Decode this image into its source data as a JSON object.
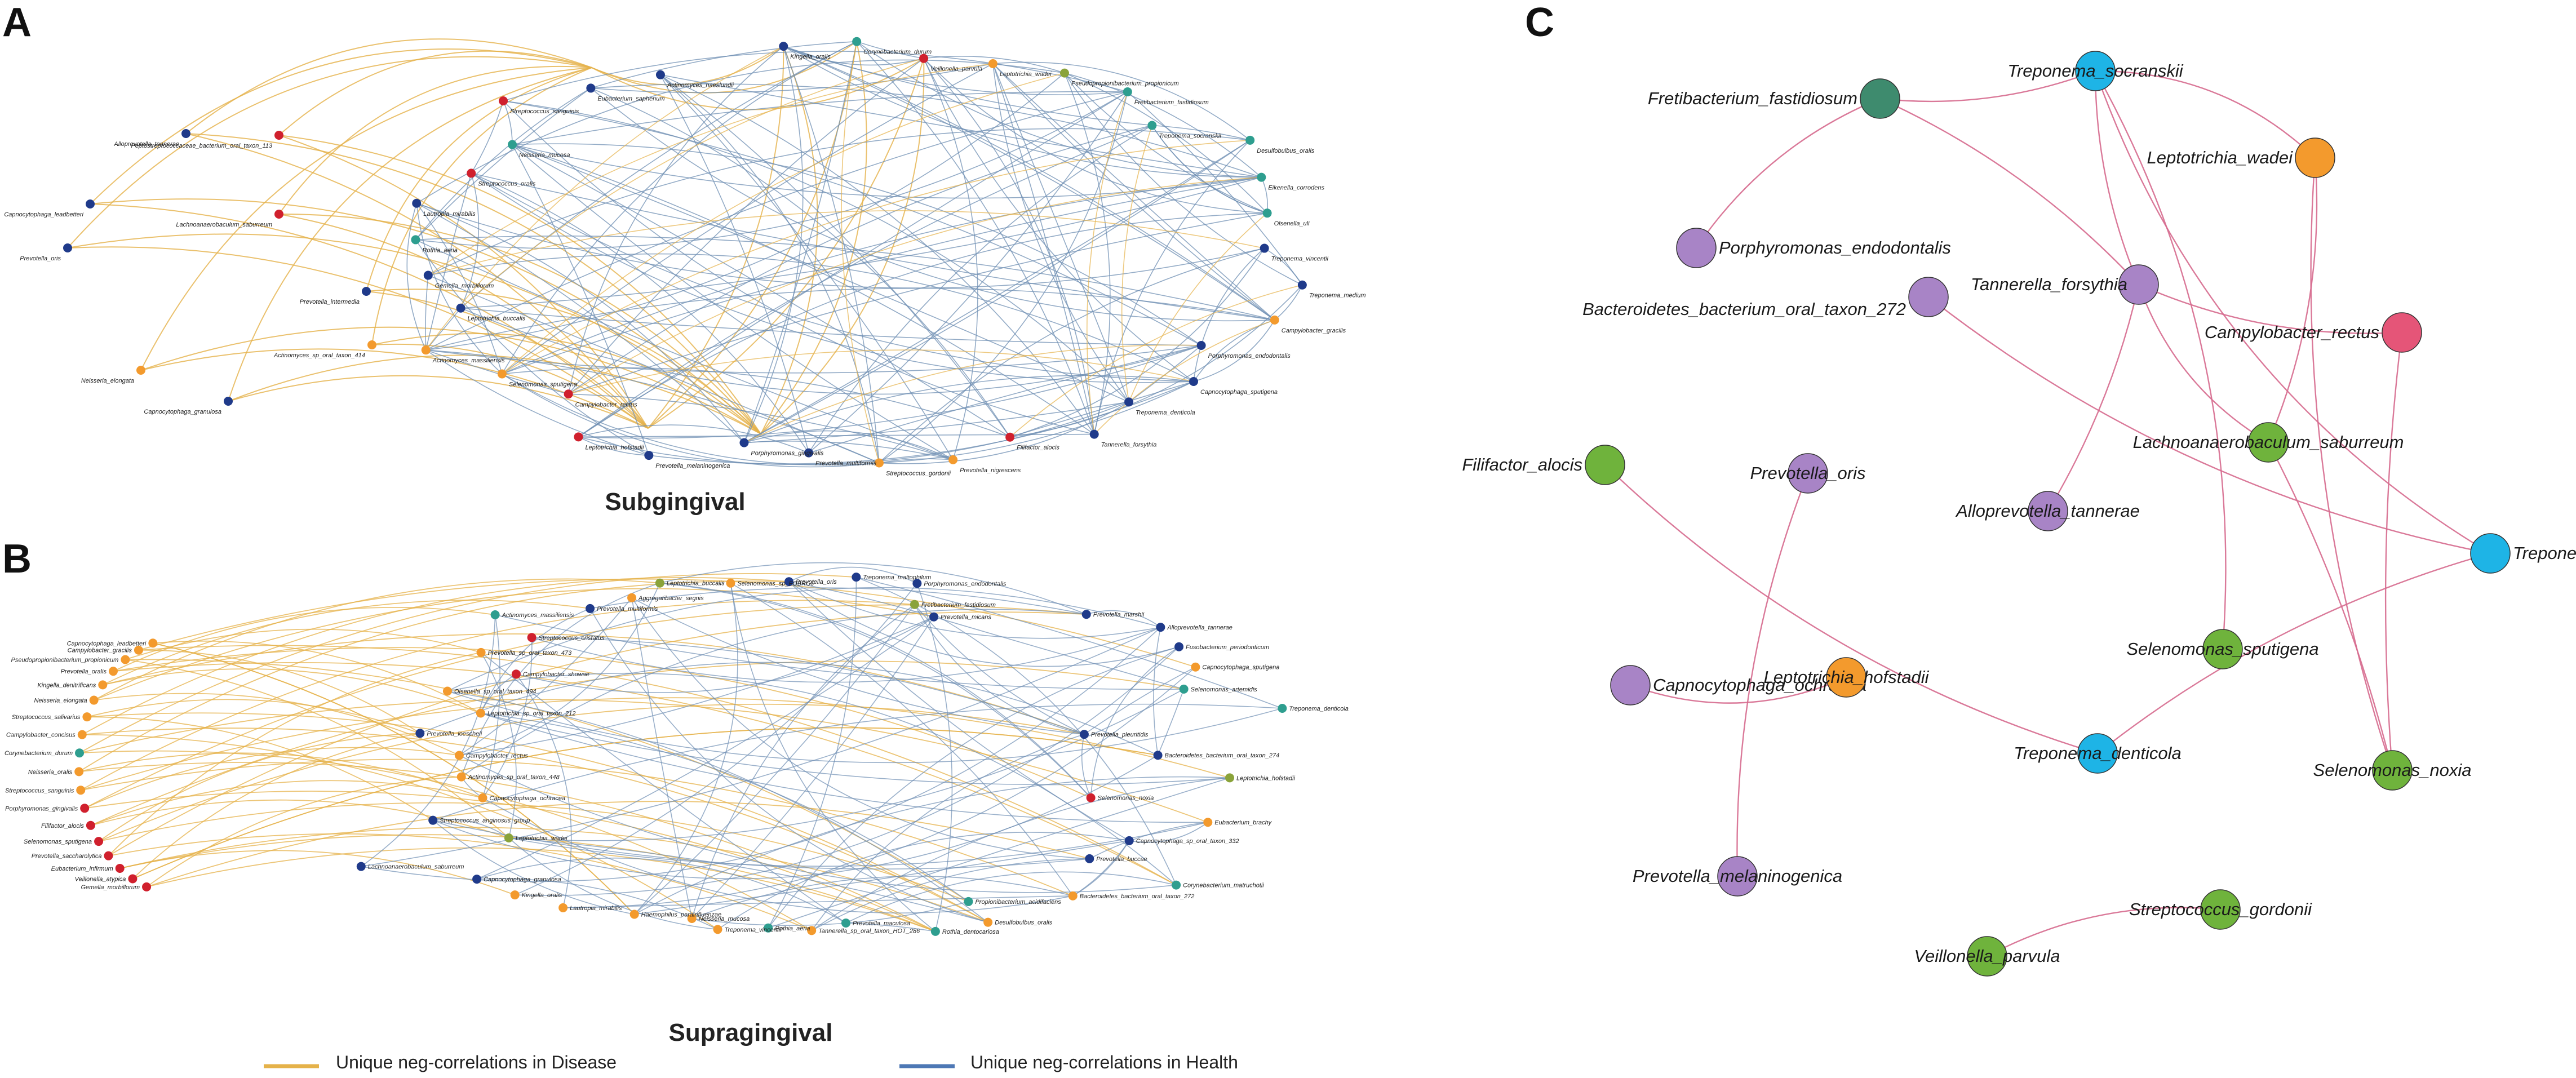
{
  "colors": {
    "disease_edge": "#E5B24A",
    "health_edge": "#6F8FB3",
    "c_edge": "#D66A8E",
    "red": "#D0202D",
    "orange": "#F39A2D",
    "navy": "#1F3A8A",
    "teal": "#2E9E8F",
    "green": "#6FB33C",
    "olive": "#8AA33A",
    "purple": "#A884C6",
    "darkgreen": "#3E8B6E",
    "cyan": "#1EB4E6",
    "pink": "#E55578",
    "lightorange": "#F5B95A"
  },
  "panel_a": {
    "letter": "A",
    "title": "Subgingival",
    "nodes": [
      {
        "label": "Alloprevotella_tannerae",
        "color": "navy"
      },
      {
        "label": "Capnocytophaga_leadbetteri",
        "color": "navy"
      },
      {
        "label": "Prevotella_oris",
        "color": "navy"
      },
      {
        "label": "Neisseria_elongata",
        "color": "orange"
      },
      {
        "label": "Capnocytophaga_granulosa",
        "color": "navy"
      },
      {
        "label": "Peptostreptococcaceae_bacterium_oral_taxon_113",
        "color": "red"
      },
      {
        "label": "Lachnoanaerobaculum_saburreum",
        "color": "red"
      },
      {
        "label": "Prevotella_intermedia",
        "color": "navy"
      },
      {
        "label": "Actinomyces_sp_oral_taxon_414",
        "color": "orange"
      },
      {
        "label": "Kingella_oralis",
        "color": "navy"
      },
      {
        "label": "Corynebacterium_durum",
        "color": "teal"
      },
      {
        "label": "Veillonella_parvula",
        "color": "red"
      },
      {
        "label": "Leptotrichia_wadei",
        "color": "orange"
      },
      {
        "label": "Pseudopropionibacterium_propionicum",
        "color": "olive"
      },
      {
        "label": "Fretibacterium_fastidiosum",
        "color": "teal"
      },
      {
        "label": "Treponema_socranskii",
        "color": "teal"
      },
      {
        "label": "Desulfobulbus_oralis",
        "color": "teal"
      },
      {
        "label": "Eikenella_corrodens",
        "color": "teal"
      },
      {
        "label": "Olsenella_uli",
        "color": "teal"
      },
      {
        "label": "Treponema_vincentii",
        "color": "navy"
      },
      {
        "label": "Treponema_medium",
        "color": "navy"
      },
      {
        "label": "Campylobacter_gracilis",
        "color": "orange"
      },
      {
        "label": "Porphyromonas_endodontalis",
        "color": "navy"
      },
      {
        "label": "Capnocytophaga_sputigena",
        "color": "navy"
      },
      {
        "label": "Treponema_denticola",
        "color": "navy"
      },
      {
        "label": "Tannerella_forsythia",
        "color": "navy"
      },
      {
        "label": "Filifactor_alocis",
        "color": "red"
      },
      {
        "label": "Prevotella_nigrescens",
        "color": "orange"
      },
      {
        "label": "Streptococcus_gordonii",
        "color": "orange"
      },
      {
        "label": "Prevotella_multiformis",
        "color": "navy"
      },
      {
        "label": "Porphyromonas_gingivalis",
        "color": "navy"
      },
      {
        "label": "Prevotella_melaninogenica",
        "color": "navy"
      },
      {
        "label": "Leptotrichia_hofstadii",
        "color": "red"
      },
      {
        "label": "Campylobacter_rectus",
        "color": "red"
      },
      {
        "label": "Selenomonas_sputigena",
        "color": "orange"
      },
      {
        "label": "Actinomyces_massiliensis",
        "color": "orange"
      },
      {
        "label": "Leptotrichia_buccalis",
        "color": "navy"
      },
      {
        "label": "Gemella_morbillorum",
        "color": "navy"
      },
      {
        "label": "Rothia_aeria",
        "color": "teal"
      },
      {
        "label": "Lautropia_mirabilis",
        "color": "navy"
      },
      {
        "label": "Streptococcus_oralis",
        "color": "red"
      },
      {
        "label": "Neisseria_mucosa",
        "color": "teal"
      },
      {
        "label": "Streptococcus_sanguinis",
        "color": "red"
      },
      {
        "label": "Eubacterium_saphenum",
        "color": "navy"
      },
      {
        "label": "Actinomyces_naeslundii",
        "color": "navy"
      }
    ]
  },
  "panel_b": {
    "letter": "B",
    "title": "Supragingival",
    "nodes": [
      {
        "label": "Gemella_morbillorum",
        "color": "red"
      },
      {
        "label": "Veillonella_atypica",
        "color": "red"
      },
      {
        "label": "Eubacterium_infirmum",
        "color": "red"
      },
      {
        "label": "Prevotella_saccharolytica",
        "color": "red"
      },
      {
        "label": "Selenomonas_sputigena",
        "color": "red"
      },
      {
        "label": "Filifactor_alocis",
        "color": "red"
      },
      {
        "label": "Porphyromonas_gingivalis",
        "color": "red"
      },
      {
        "label": "Streptococcus_sanguinis",
        "color": "orange"
      },
      {
        "label": "Neisseria_oralis",
        "color": "orange"
      },
      {
        "label": "Corynebacterium_durum",
        "color": "teal"
      },
      {
        "label": "Campylobacter_concisus",
        "color": "orange"
      },
      {
        "label": "Streptococcus_salivarius",
        "color": "orange"
      },
      {
        "label": "Neisseria_elongata",
        "color": "orange"
      },
      {
        "label": "Kingella_denitrificans",
        "color": "orange"
      },
      {
        "label": "Prevotella_oralis",
        "color": "orange"
      },
      {
        "label": "Pseudopropionibacterium_propionicum",
        "color": "orange"
      },
      {
        "label": "Campylobacter_gracilis",
        "color": "orange"
      },
      {
        "label": "Capnocytophaga_leadbetteri",
        "color": "orange"
      },
      {
        "label": "Prevotella_oris",
        "color": "navy"
      },
      {
        "label": "Treponema_maltophilum",
        "color": "navy"
      },
      {
        "label": "Porphyromonas_endodontalis",
        "color": "navy"
      },
      {
        "label": "Fretibacterium_fastidiosum",
        "color": "olive"
      },
      {
        "label": "Prevotella_micans",
        "color": "navy"
      },
      {
        "label": "Prevotella_marshii",
        "color": "navy"
      },
      {
        "label": "Alloprevotella_tannerae",
        "color": "navy"
      },
      {
        "label": "Fusobacterium_periodonticum",
        "color": "navy"
      },
      {
        "label": "Capnocytophaga_sputigena",
        "color": "orange"
      },
      {
        "label": "Selenomonas_artemidis",
        "color": "teal"
      },
      {
        "label": "Treponema_denticola",
        "color": "teal"
      },
      {
        "label": "Prevotella_pleuritidis",
        "color": "navy"
      },
      {
        "label": "Bacteroidetes_bacterium_oral_taxon_274",
        "color": "navy"
      },
      {
        "label": "Leptotrichia_hofstadii",
        "color": "olive"
      },
      {
        "label": "Selenomonas_noxia",
        "color": "red"
      },
      {
        "label": "Eubacterium_brachy",
        "color": "orange"
      },
      {
        "label": "Capnocytophaga_sp_oral_taxon_332",
        "color": "navy"
      },
      {
        "label": "Prevotella_buccae",
        "color": "navy"
      },
      {
        "label": "Corynebacterium_matruchotii",
        "color": "teal"
      },
      {
        "label": "Bacteroidetes_bacterium_oral_taxon_272",
        "color": "orange"
      },
      {
        "label": "Propionibacterium_acidifaciens",
        "color": "teal"
      },
      {
        "label": "Desulfobulbus_oralis",
        "color": "orange"
      },
      {
        "label": "Rothia_dentocariosa",
        "color": "teal"
      },
      {
        "label": "Prevotella_maculosa",
        "color": "teal"
      },
      {
        "label": "Tannerella_sp_oral_taxon_HOT_286",
        "color": "orange"
      },
      {
        "label": "Rothia_aeria",
        "color": "teal"
      },
      {
        "label": "Treponema_vincentii",
        "color": "orange"
      },
      {
        "label": "Neisseria_mucosa",
        "color": "orange"
      },
      {
        "label": "Haemophilus_parainfluenzae",
        "color": "orange"
      },
      {
        "label": "Lautropia_mirabilis",
        "color": "orange"
      },
      {
        "label": "Kingella_oralis",
        "color": "orange"
      },
      {
        "label": "Capnocytophaga_granulosa",
        "color": "navy"
      },
      {
        "label": "Lachnoanaerobaculum_saburreum",
        "color": "navy"
      },
      {
        "label": "Leptotrichia_wadei",
        "color": "olive"
      },
      {
        "label": "Streptococcus_anginosus_group",
        "color": "navy"
      },
      {
        "label": "Capnocytophaga_ochracea",
        "color": "orange"
      },
      {
        "label": "Actinomyces_sp_oral_taxon_448",
        "color": "orange"
      },
      {
        "label": "Campylobacter_rectus",
        "color": "orange"
      },
      {
        "label": "Prevotella_loescheii",
        "color": "navy"
      },
      {
        "label": "Leptotrichia_sp_oral_taxon_212",
        "color": "orange"
      },
      {
        "label": "Olsenella_sp_oral_taxon_494",
        "color": "orange"
      },
      {
        "label": "Campylobacter_showae",
        "color": "red"
      },
      {
        "label": "Prevotella_sp_oral_taxon_473",
        "color": "orange"
      },
      {
        "label": "Streptococcus_cristatus",
        "color": "red"
      },
      {
        "label": "Actinomyces_massiliensis",
        "color": "teal"
      },
      {
        "label": "Prevotella_multiformis",
        "color": "navy"
      },
      {
        "label": "Aggregatibacter_segnis",
        "color": "orange"
      },
      {
        "label": "Leptotrichia_buccalis",
        "color": "olive"
      },
      {
        "label": "Selenomonas_sp_FOBRC6",
        "color": "orange"
      }
    ]
  },
  "panel_c": {
    "letter": "C",
    "nodes": [
      {
        "id": "fret",
        "label": "Fretibacterium_fastidiosum",
        "color": "darkgreen"
      },
      {
        "id": "tsoc",
        "label": "Treponema_socranskii",
        "color": "cyan"
      },
      {
        "id": "lwad",
        "label": "Leptotrichia_wadei",
        "color": "orange"
      },
      {
        "id": "pend",
        "label": "Porphyromonas_endodontalis",
        "color": "purple"
      },
      {
        "id": "tann",
        "label": "Tannerella_forsythia",
        "color": "purple"
      },
      {
        "id": "bact",
        "label": "Bacteroidetes_bacterium_oral_taxon_272",
        "color": "purple"
      },
      {
        "id": "camp",
        "label": "Campylobacter_rectus",
        "color": "pink"
      },
      {
        "id": "fili",
        "label": "Filifactor_alocis",
        "color": "green"
      },
      {
        "id": "pori",
        "label": "Prevotella_oris",
        "color": "purple"
      },
      {
        "id": "lach",
        "label": "Lachnoanaerobaculum_saburreum",
        "color": "green"
      },
      {
        "id": "allo",
        "label": "Alloprevotella_tannerae",
        "color": "purple"
      },
      {
        "id": "tmal",
        "label": "Treponema_maltophilum",
        "color": "cyan"
      },
      {
        "id": "sspu",
        "label": "Selenomonas_sputigena",
        "color": "green"
      },
      {
        "id": "coch",
        "label": "Capnocytophaga_ochracea",
        "color": "purple"
      },
      {
        "id": "lhof",
        "label": "Leptotrichia_hofstadii",
        "color": "orange"
      },
      {
        "id": "tden",
        "label": "Treponema_denticola",
        "color": "cyan"
      },
      {
        "id": "snox",
        "label": "Selenomonas_noxia",
        "color": "green"
      },
      {
        "id": "pmel",
        "label": "Prevotella_melaninogenica",
        "color": "purple"
      },
      {
        "id": "sgor",
        "label": "Streptococcus_gordonii",
        "color": "green"
      },
      {
        "id": "vpar",
        "label": "Veillonella_parvula",
        "color": "green"
      }
    ],
    "edges": [
      [
        "fret",
        "tsoc"
      ],
      [
        "fret",
        "pend"
      ],
      [
        "fret",
        "tann"
      ],
      [
        "tsoc",
        "tann"
      ],
      [
        "tsoc",
        "sspu"
      ],
      [
        "tsoc",
        "lwad"
      ],
      [
        "tsoc",
        "tmal"
      ],
      [
        "tann",
        "camp"
      ],
      [
        "tann",
        "allo"
      ],
      [
        "tann",
        "lach"
      ],
      [
        "lwad",
        "lach"
      ],
      [
        "lwad",
        "snox"
      ],
      [
        "bact",
        "tmal"
      ],
      [
        "camp",
        "snox"
      ],
      [
        "lach",
        "snox"
      ],
      [
        "tmal",
        "tden"
      ],
      [
        "fili",
        "tden"
      ],
      [
        "pori",
        "pmel"
      ],
      [
        "coch",
        "lhof"
      ],
      [
        "sgor",
        "vpar"
      ]
    ]
  },
  "legend": {
    "disease_label": "Unique neg-correlations in Disease",
    "health_label": "Unique neg-correlations in Health"
  }
}
